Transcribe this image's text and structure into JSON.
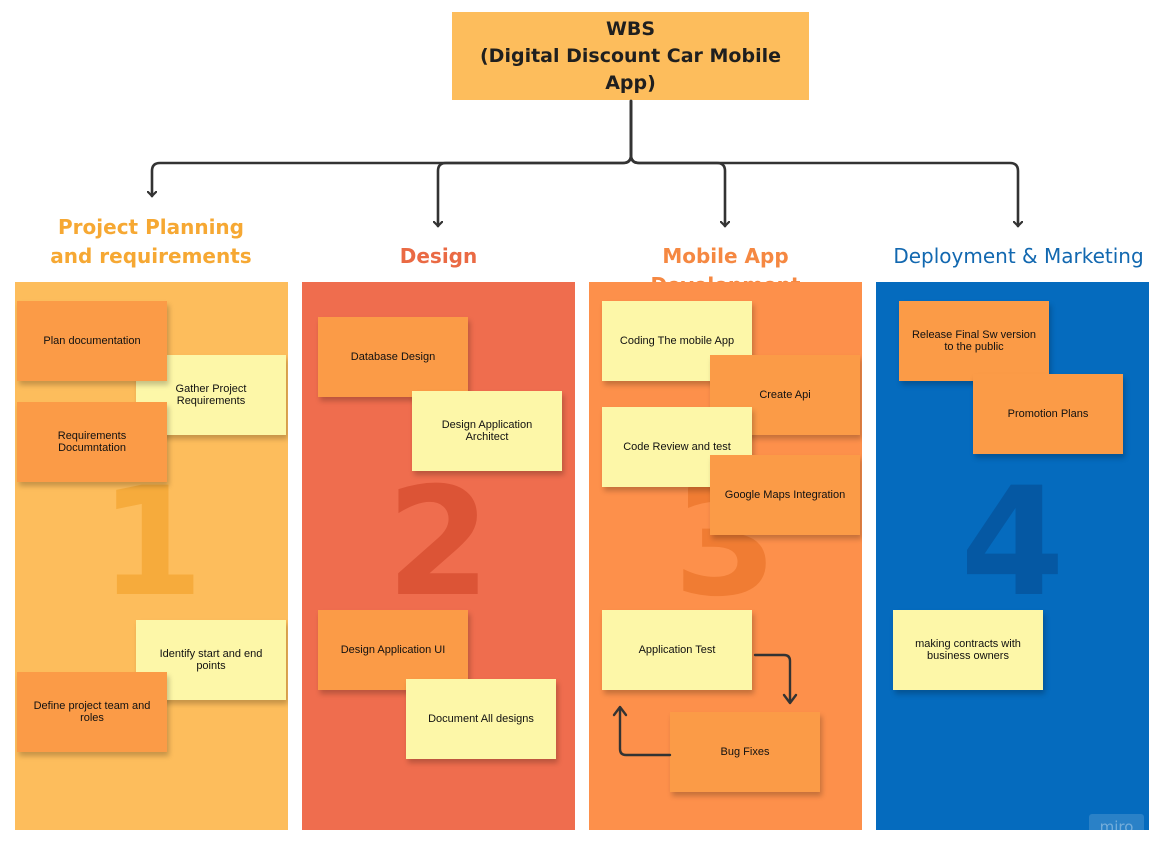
{
  "root": {
    "title_line1": "WBS",
    "title_line2": "(Digital Discount Car Mobile App)"
  },
  "columns": [
    {
      "title": "Project Planning and requirements",
      "number": "1",
      "color": "#fdbd5c",
      "title_color": "#f6a833",
      "notes": [
        "Plan documentation",
        "Gather Project Requirements",
        "Requirements Documntation",
        "Identify start and end points",
        "Define project team and roles"
      ]
    },
    {
      "title": "Design",
      "number": "2",
      "color": "#ef6d4e",
      "title_color": "#ea6a44",
      "notes": [
        "Database Design",
        "Design Application Architect",
        "Design Application UI",
        "Document All designs"
      ]
    },
    {
      "title": "Mobile App Development",
      "number": "3",
      "color": "#fd904b",
      "title_color": "#f58842",
      "notes": [
        "Coding The mobile App",
        "Create Api",
        "Code Review and test",
        "Google Maps Integration",
        "Application Test",
        "Bug Fixes"
      ]
    },
    {
      "title": "Deployment & Marketing",
      "number": "4",
      "color": "#056bbe",
      "title_color": "#1268b0",
      "notes": [
        "Release Final Sw version to the public",
        "Promotion Plans",
        "making contracts with business owners"
      ]
    }
  ],
  "watermark": "miro",
  "colors": {
    "note_orange": "#fb9b47",
    "note_yellow": "#fdf7a8",
    "connector": "#333333"
  }
}
